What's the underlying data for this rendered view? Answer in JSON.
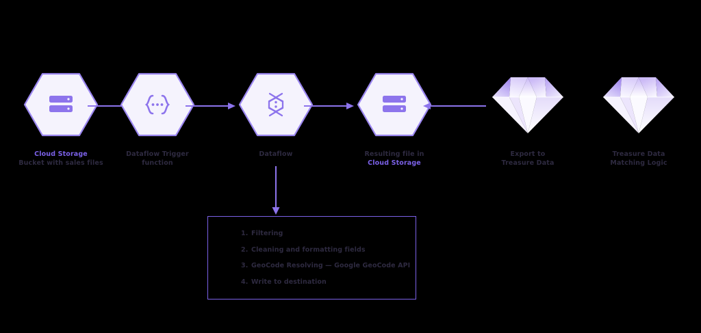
{
  "diagram": {
    "title": "Cloud Storage to Treasure Data pipeline",
    "colors": {
      "accent": "#7b61e8",
      "hex_fill": "#f5f3fd",
      "hex_stroke": "#9b86f0",
      "text_dark": "#2e2a40",
      "background": "#000000",
      "diamond_light": "#efeafc",
      "diamond_mid": "#cdbdf7",
      "diamond_deep": "#a68ef0"
    },
    "nodes": [
      {
        "id": "cloud-storage-bucket",
        "icon": "database-icon",
        "shape": "hexagon",
        "label_line1": "Cloud Storage",
        "label_line2": "Bucket with sales files",
        "line1_style": "accent",
        "line2_style": "dark"
      },
      {
        "id": "dataflow-trigger-function",
        "icon": "function-braces-icon",
        "shape": "hexagon",
        "label_line1": "Dataflow Trigger",
        "label_line2": "function",
        "line1_style": "dark",
        "line2_style": "dark"
      },
      {
        "id": "dataflow",
        "icon": "dataflow-icon",
        "shape": "hexagon",
        "label_line1": "Dataflow",
        "label_line2": "",
        "line1_style": "dark",
        "line2_style": "dark"
      },
      {
        "id": "resulting-file",
        "icon": "database-icon",
        "shape": "hexagon",
        "label_line1": "Resulting file in",
        "label_line2": "Cloud Storage",
        "line1_style": "dark",
        "line2_style": "accent"
      },
      {
        "id": "export-to-treasure-data",
        "icon": "treasure-data-diamond-icon",
        "shape": "diamond",
        "label_line1": "Export to",
        "label_line2": "Treasure Data",
        "line1_style": "dark",
        "line2_style": "dark"
      },
      {
        "id": "treasure-data-matching-logic",
        "icon": "treasure-data-diamond-icon",
        "shape": "diamond",
        "label_line1": "Treasure Data",
        "label_line2": "Matching Logic",
        "line1_style": "dark",
        "line2_style": "dark"
      }
    ],
    "connectors": [
      {
        "id": "arrow-bucket-to-trigger",
        "direction": "right"
      },
      {
        "id": "arrow-trigger-to-dataflow",
        "direction": "right"
      },
      {
        "id": "arrow-dataflow-to-resulting-file",
        "direction": "right"
      },
      {
        "id": "arrow-export-to-resulting-file",
        "direction": "left"
      },
      {
        "id": "arrow-dataflow-to-steps",
        "direction": "down"
      }
    ],
    "steps_box": {
      "id": "dataflow-steps-box",
      "items": [
        {
          "num": "1.",
          "text": "Filtering"
        },
        {
          "num": "2.",
          "text": "Cleaning and formatting fields"
        },
        {
          "num": "3.",
          "text": "GeoCode Resolving — Google GeoCode API"
        },
        {
          "num": "4.",
          "text": "Write to destination"
        }
      ]
    }
  }
}
